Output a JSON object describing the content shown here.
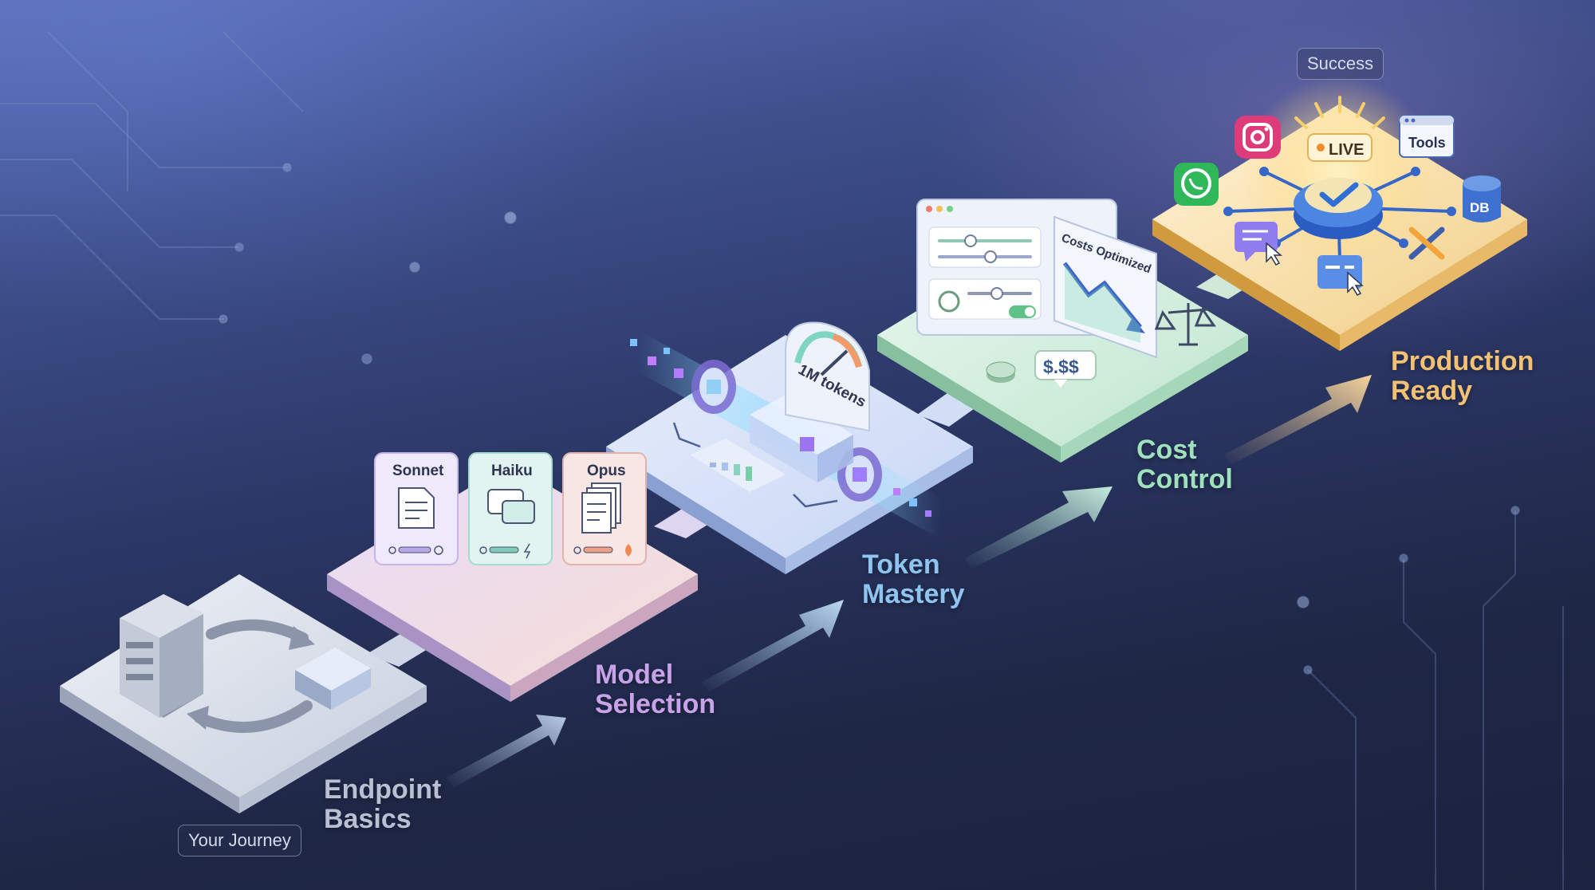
{
  "badges": {
    "journey": "Your Journey",
    "success": "Success"
  },
  "stages": [
    {
      "key": "endpoint",
      "label": "Endpoint\nBasics",
      "color": "#b9c0d3"
    },
    {
      "key": "model",
      "label": "Model\nSelection",
      "color": "#c9a3ea"
    },
    {
      "key": "token",
      "label": "Token\nMastery",
      "color": "#8fc3f0"
    },
    {
      "key": "cost",
      "label": "Cost\nControl",
      "color": "#9fe0bd"
    },
    {
      "key": "production",
      "label": "Production\nReady",
      "color": "#f2c173"
    }
  ],
  "model_cards": [
    {
      "name": "Sonnet",
      "icon": "document-icon",
      "tint": "#eee9fb"
    },
    {
      "name": "Haiku",
      "icon": "chat-icon",
      "tint": "#e2f4f1"
    },
    {
      "name": "Opus",
      "icon": "stacked-documents-icon",
      "tint": "#f8e6e4"
    }
  ],
  "token_gauge": "1M tokens",
  "cost": {
    "chart_title": "Costs Optimized",
    "price_badge": "$.$$"
  },
  "production": {
    "live_badge": "LIVE",
    "tools_badge": "Tools",
    "db_label": "DB",
    "integrations": [
      "instagram-icon",
      "whatsapp-icon",
      "tools-window-icon",
      "database-icon",
      "chat-icon",
      "window-cursor-icon",
      "wrench-icon"
    ]
  },
  "colors": {
    "accent_live": "#f28c28",
    "check_blue": "#2f6fd6"
  }
}
